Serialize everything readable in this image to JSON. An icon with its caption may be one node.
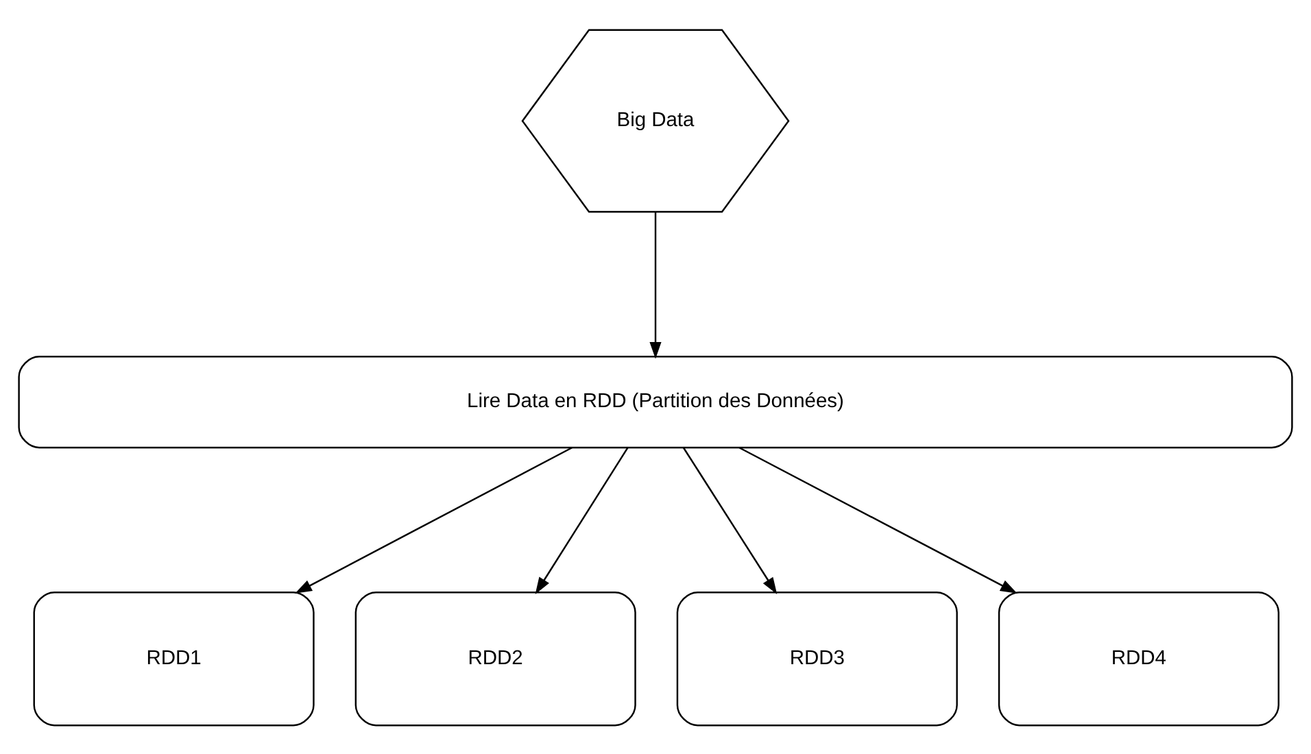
{
  "diagram": {
    "nodes": [
      {
        "text": [
          "Big Data"
        ]
      },
      {
        "text": [
          "Lire Data en RDD (Partition des Données)"
        ]
      },
      {
        "text": [
          "RDD1"
        ]
      },
      {
        "text": [
          "RDD2"
        ]
      },
      {
        "text": [
          "RDD3"
        ]
      },
      {
        "text": [
          "RDD4"
        ]
      }
    ],
    "edges": [
      {
        "from": 0,
        "to": 1,
        "arrow": "to"
      },
      {
        "from": 1,
        "to": 2,
        "arrow": "to"
      },
      {
        "from": 1,
        "to": 3,
        "arrow": "to"
      },
      {
        "from": 1,
        "to": 4,
        "arrow": "to"
      },
      {
        "from": 1,
        "to": 5,
        "arrow": "to"
      }
    ]
  }
}
